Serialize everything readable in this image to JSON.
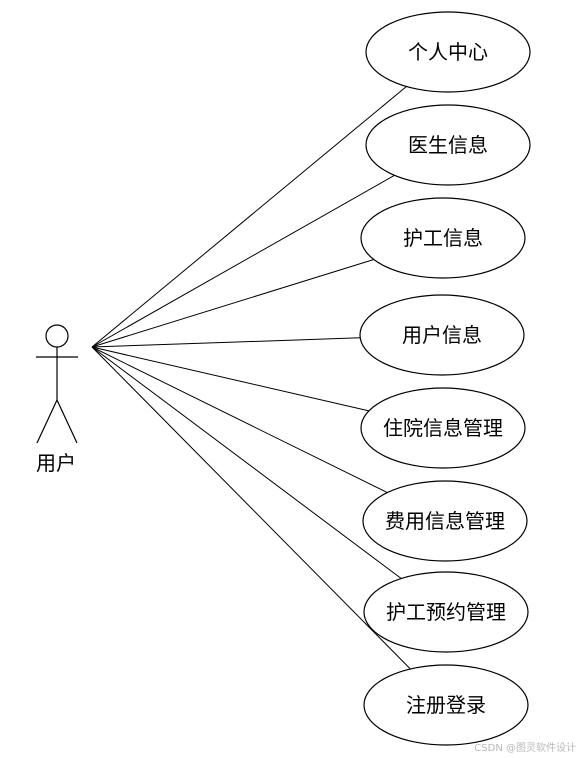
{
  "actor": {
    "label": "用户"
  },
  "use_cases": [
    {
      "label": "个人中心"
    },
    {
      "label": "医生信息"
    },
    {
      "label": "护工信息"
    },
    {
      "label": "用户信息"
    },
    {
      "label": "住院信息管理"
    },
    {
      "label": "费用信息管理"
    },
    {
      "label": "护工预约管理"
    },
    {
      "label": "注册登录"
    }
  ],
  "watermark": {
    "text": "CSDN @图灵软件设计"
  }
}
